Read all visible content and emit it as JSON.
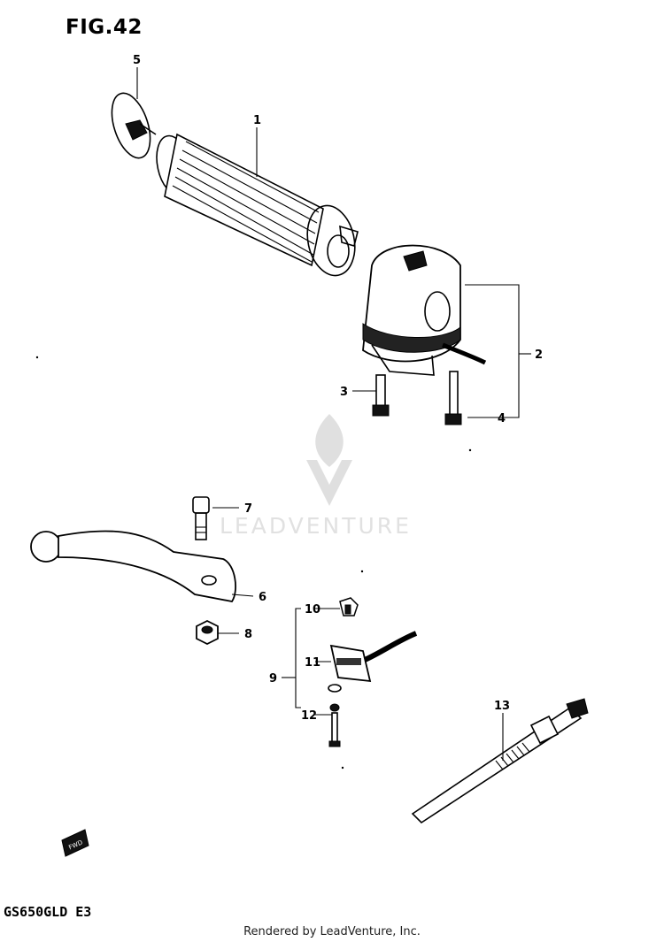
{
  "figure": {
    "title": "FIG.42"
  },
  "model": {
    "code": "GS650GLD E3"
  },
  "footer": {
    "text": "Rendered by LeadVenture, Inc."
  },
  "watermark": {
    "text": "LEADVENTURE"
  },
  "fwd_badge": {
    "text": "FWD"
  },
  "callouts": [
    "1",
    "2",
    "3",
    "4",
    "5",
    "6",
    "7",
    "8",
    "9",
    "10",
    "11",
    "12",
    "13"
  ],
  "parts": {
    "grip": "1",
    "switch_assembly": "2",
    "screw_short": "3",
    "screw_long": "4",
    "grip_cap": "5",
    "brake_lever": "6",
    "lever_bolt": "7",
    "lever_nut": "8",
    "stop_switch_set": "9",
    "switch_screw": "10",
    "stop_switch": "11",
    "screw_washer": "12",
    "cable_tie": "13"
  }
}
